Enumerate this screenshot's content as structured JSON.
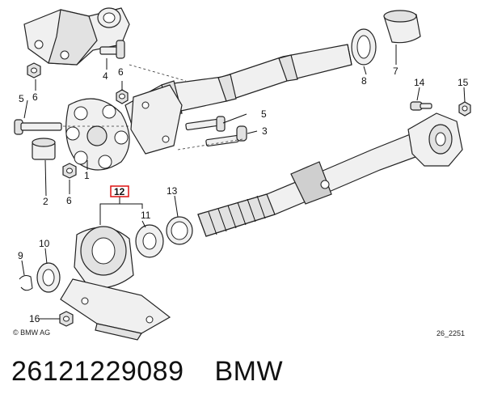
{
  "callouts": {
    "c1": "1",
    "c2": "2",
    "c3": "3",
    "c4": "4",
    "c5a": "5",
    "c5b": "5",
    "c6a": "6",
    "c6b": "6",
    "c6c": "6",
    "c7": "7",
    "c8": "8",
    "c9": "9",
    "c10": "10",
    "c11": "11",
    "c12": "12",
    "c13": "13",
    "c14": "14",
    "c15": "15",
    "c16": "16"
  },
  "copyright": "© BMW AG",
  "diagram_code": "26_2251",
  "caption": {
    "part_number": "26121229089",
    "brand": "BMW"
  }
}
